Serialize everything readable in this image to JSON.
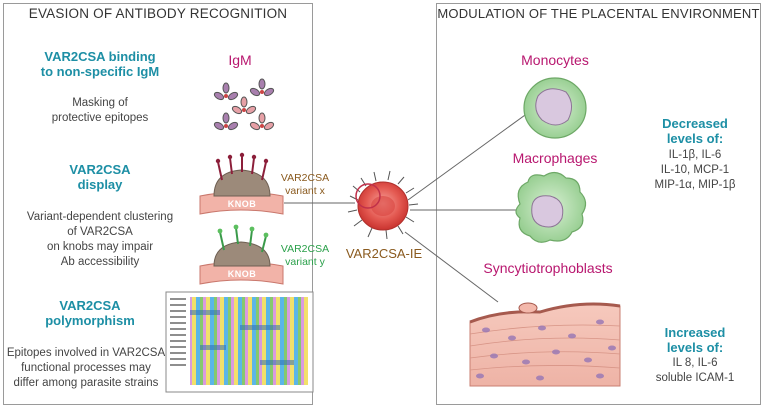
{
  "left_panel": {
    "title": "EVASION OF ANTIBODY RECOGNITION",
    "igm_section": {
      "heading_line1": "VAR2CSA binding",
      "heading_line2": "to non-specific IgM",
      "desc_line1": "Masking of",
      "desc_line2": "protective epitopes",
      "image_label": "IgM"
    },
    "display_section": {
      "heading_line1": "VAR2CSA",
      "heading_line2": "display",
      "desc_line1": "Variant-dependent clustering",
      "desc_line2": "of VAR2CSA",
      "desc_line3": "on knobs may impair",
      "desc_line4": "Ab accessibility",
      "knob_label": "KNOB",
      "variant_x_line1": "VAR2CSA",
      "variant_x_line2": "variant x",
      "variant_y_line1": "VAR2CSA",
      "variant_y_line2": "variant y"
    },
    "polymorphism_section": {
      "heading_line1": "VAR2CSA",
      "heading_line2": "polymorphism",
      "desc_line1": "Epitopes involved in VAR2CSA",
      "desc_line2": "functional processes may",
      "desc_line3": "differ among parasite strains"
    }
  },
  "center": {
    "label": "VAR2CSA-IE"
  },
  "right_panel": {
    "title": "MODULATION OF THE PLACENTAL ENVIRONMENT",
    "monocytes_label": "Monocytes",
    "macrophages_label": "Macrophages",
    "syncytio_label": "Syncytiotrophoblasts",
    "decreased": {
      "heading_line1": "Decreased",
      "heading_line2": "levels of:",
      "line1": "IL-1β, IL-6",
      "line2": "IL-10, MCP-1",
      "line3": "MIP-1α, MIP-1β"
    },
    "increased": {
      "heading_line1": "Increased",
      "heading_line2": "levels of:",
      "line1": "IL 8, IL-6",
      "line2": "soluble ICAM-1"
    }
  },
  "colors": {
    "teal": "#1d8fa5",
    "magenta": "#b8176f",
    "brown": "#8a5a1e",
    "green": "#2aa04a",
    "cell_green": "#9fd39a",
    "erythrocyte_red": "#e0554f"
  }
}
